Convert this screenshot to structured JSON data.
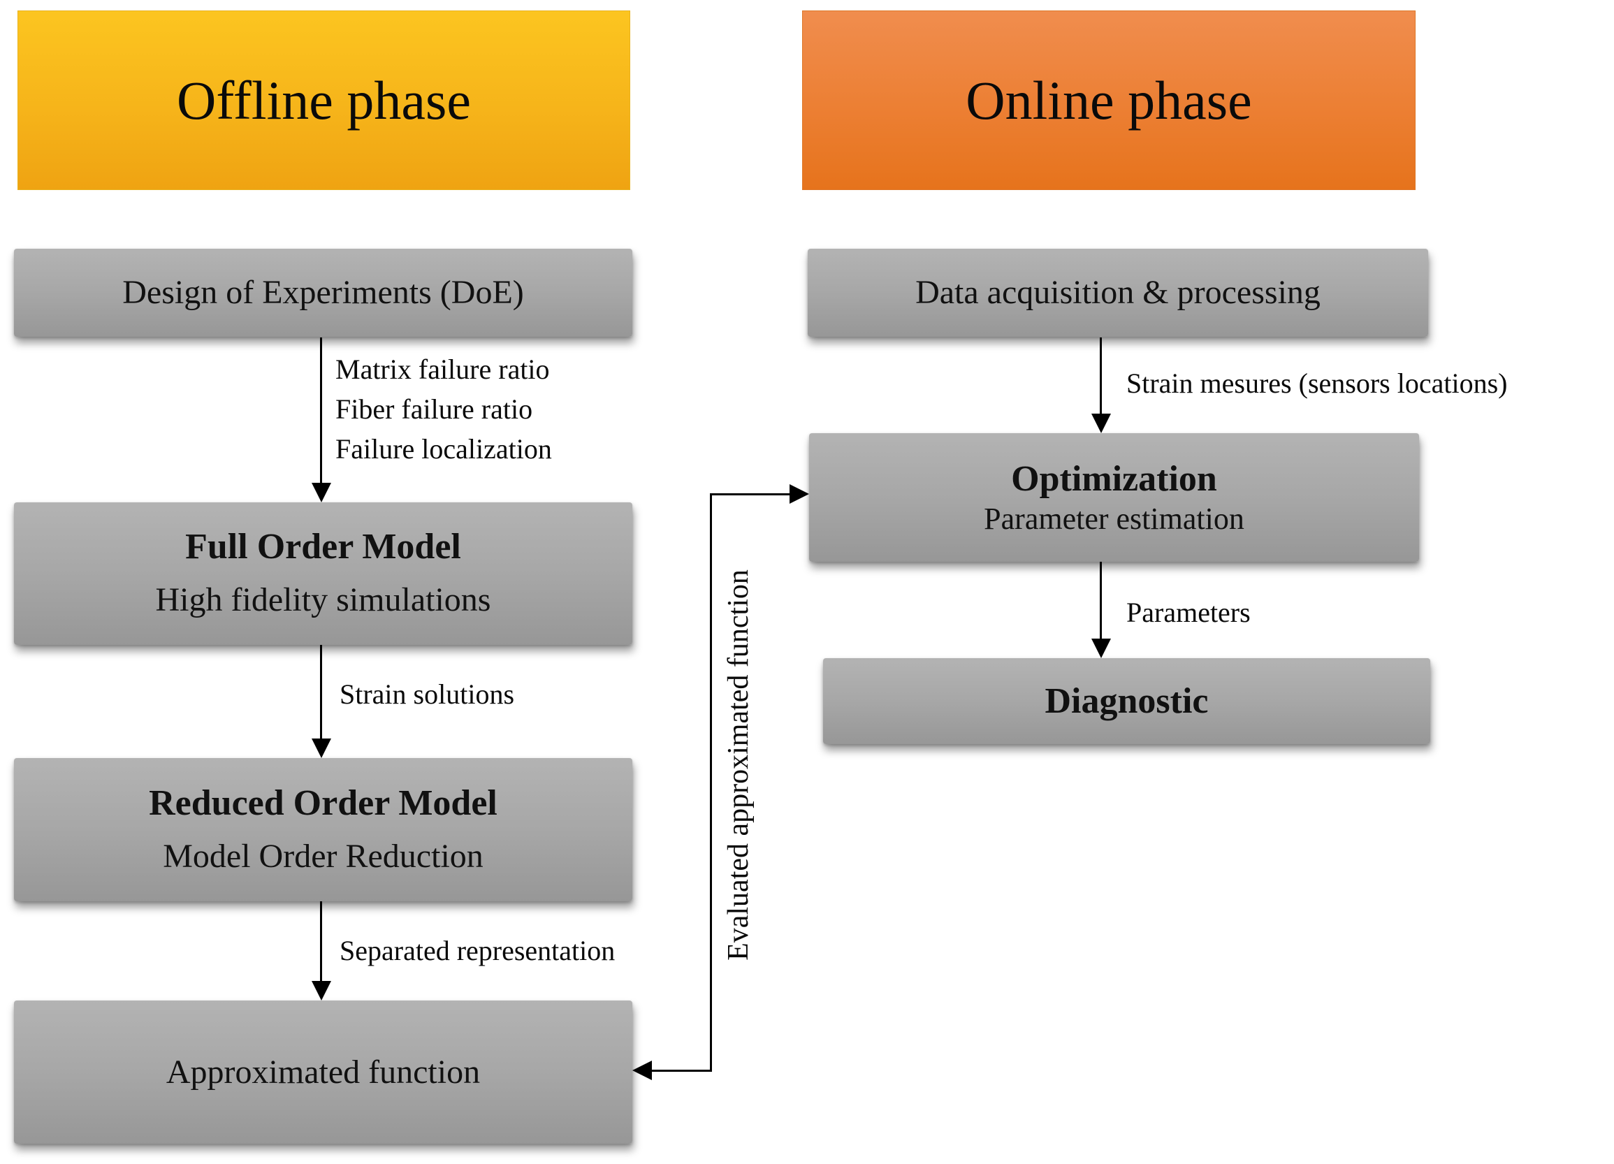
{
  "diagram": {
    "offline_header": {
      "label": "Offline phase"
    },
    "online_header": {
      "label": "Online phase"
    },
    "offline_nodes": {
      "doe": {
        "title": "Design of Experiments (DoE)"
      },
      "fom": {
        "title": "Full Order Model",
        "subtitle": "High fidelity simulations"
      },
      "rom": {
        "title": "Reduced Order Model",
        "subtitle": "Model Order Reduction"
      },
      "approx": {
        "title": "Approximated function"
      }
    },
    "online_nodes": {
      "data_acq": {
        "title": "Data acquisition & processing"
      },
      "optimization": {
        "title": "Optimization",
        "subtitle": "Parameter estimation"
      },
      "diagnostic": {
        "title": "Diagnostic"
      }
    },
    "edge_labels": {
      "doe_to_fom": [
        "Matrix failure ratio",
        "Fiber failure ratio",
        "Failure localization"
      ],
      "fom_to_rom": "Strain solutions",
      "rom_to_approx": "Separated representation",
      "dataacq_to_opt": "Strain mesures (sensors locations)",
      "opt_to_diag": "Parameters",
      "approx_to_opt": "Evaluated approximated function"
    },
    "colors": {
      "offline_top": "#fcc520",
      "offline_bottom": "#efa312",
      "online_top": "#f08d4e",
      "online_bottom": "#e6731c",
      "node_top": "#b3b3b3",
      "node_bottom": "#979797",
      "arrow": "#000000"
    }
  }
}
